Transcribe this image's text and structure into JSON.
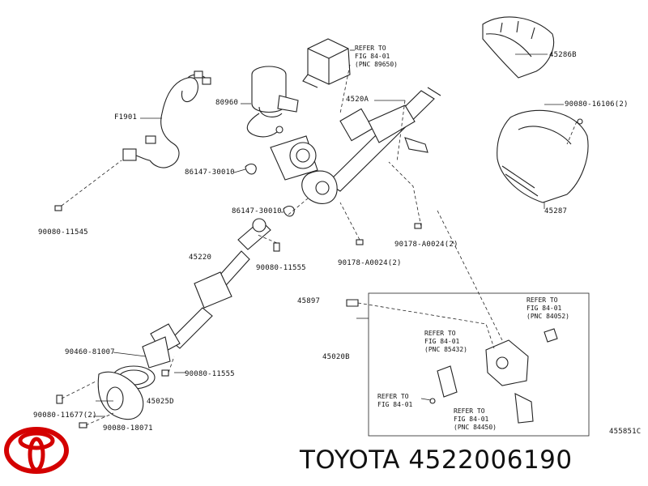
{
  "brand": {
    "name": "TOYOTA",
    "part_number": "4522006190",
    "logo_color": "#d40000"
  },
  "labels": {
    "f1901": "F1901",
    "p80960": "80960",
    "p4520a": "4520A",
    "p45286b": "45286B",
    "p90080_16106": "90080-16106(2)",
    "p45287": "45287",
    "p86147_a": "86147-30010",
    "p86147_b": "86147-30010",
    "p90080_11545": "90080-11545",
    "p90178_a": "90178-A0024(2)",
    "p90178_b": "90178-A0024(2)",
    "p45220": "45220",
    "p90080_11555_a": "90080-11555",
    "p45897": "45897",
    "p45020b": "45020B",
    "p90460": "90460-81007",
    "p90080_11555_b": "90080-11555",
    "p45025d": "45025D",
    "p90080_11677": "90080-11677(2)",
    "p90080_18071": "90080-18071",
    "diagram_code": "455851C"
  },
  "refs": {
    "ref_89650": {
      "line1": "REFER TO",
      "line2": "FIG 84-01",
      "line3": "(PNC 89650)"
    },
    "ref_84052": {
      "line1": "REFER TO",
      "line2": "FIG 84-01",
      "line3": "(PNC 84052)"
    },
    "ref_85432": {
      "line1": "REFER TO",
      "line2": "FIG 84-01",
      "line3": "(PNC 85432)"
    },
    "ref_plain": {
      "line1": "REFER TO",
      "line2": "FIG 84-01"
    },
    "ref_84450": {
      "line1": "REFER TO",
      "line2": "FIG 84-01",
      "line3": "(PNC 84450)"
    }
  }
}
